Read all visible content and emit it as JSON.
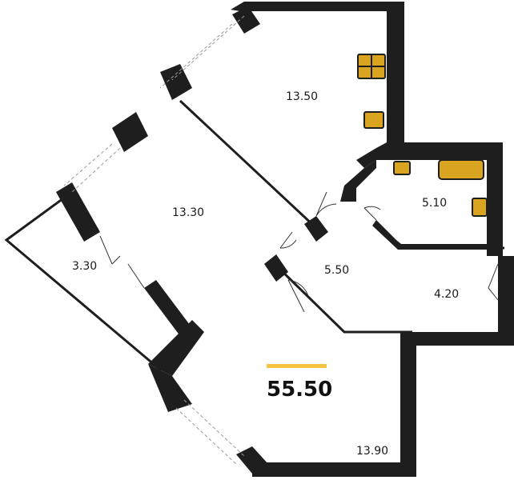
{
  "plan": {
    "rooms": [
      {
        "id": "kitchen",
        "area": "13.50"
      },
      {
        "id": "bedroom",
        "area": "13.30"
      },
      {
        "id": "bathroom",
        "area": "5.10"
      },
      {
        "id": "hall",
        "area": "5.50"
      },
      {
        "id": "corridor",
        "area": "4.20"
      },
      {
        "id": "balcony",
        "area": "3.30"
      },
      {
        "id": "living",
        "area": "13.90"
      }
    ],
    "total_area": "55.50",
    "accent_color": "#f5c542",
    "fixture_color": "#d9a520"
  }
}
